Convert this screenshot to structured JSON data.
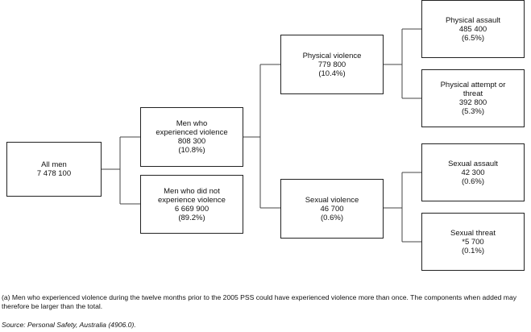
{
  "diagram": {
    "nodes": {
      "all_men": {
        "title": "All men",
        "value": "7 478 100"
      },
      "experienced": {
        "title_line1": "Men who",
        "title_line2": "experienced violence",
        "value": "808 300",
        "percent": "(10.8%)"
      },
      "not_experienced": {
        "title_line1": "Men who did not",
        "title_line2": "experience violence",
        "value": "6 669 900",
        "percent": "(89.2%)"
      },
      "physical_violence": {
        "title": "Physical violence",
        "value": "779 800",
        "percent": "(10.4%)"
      },
      "sexual_violence": {
        "title": "Sexual violence",
        "value": "46 700",
        "percent": "(0.6%)"
      },
      "physical_assault": {
        "title": "Physical assault",
        "value": "485 400",
        "percent": "(6.5%)"
      },
      "physical_attempt": {
        "title_line1": "Physical attempt or",
        "title_line2": "threat",
        "value": "392 800",
        "percent": "(5.3%)"
      },
      "sexual_assault": {
        "title": "Sexual assault",
        "value": "42 300",
        "percent": "(0.6%)"
      },
      "sexual_threat": {
        "title": "Sexual threat",
        "value": "*5 700",
        "percent": "(0.1%)"
      }
    },
    "footnote": "(a) Men who experienced violence during the twelve months prior to the 2005 PSS could have experienced violence more than once. The components when added may therefore be larger than the total.",
    "source": "Source: Personal Safety, Australia (4906.0)."
  }
}
